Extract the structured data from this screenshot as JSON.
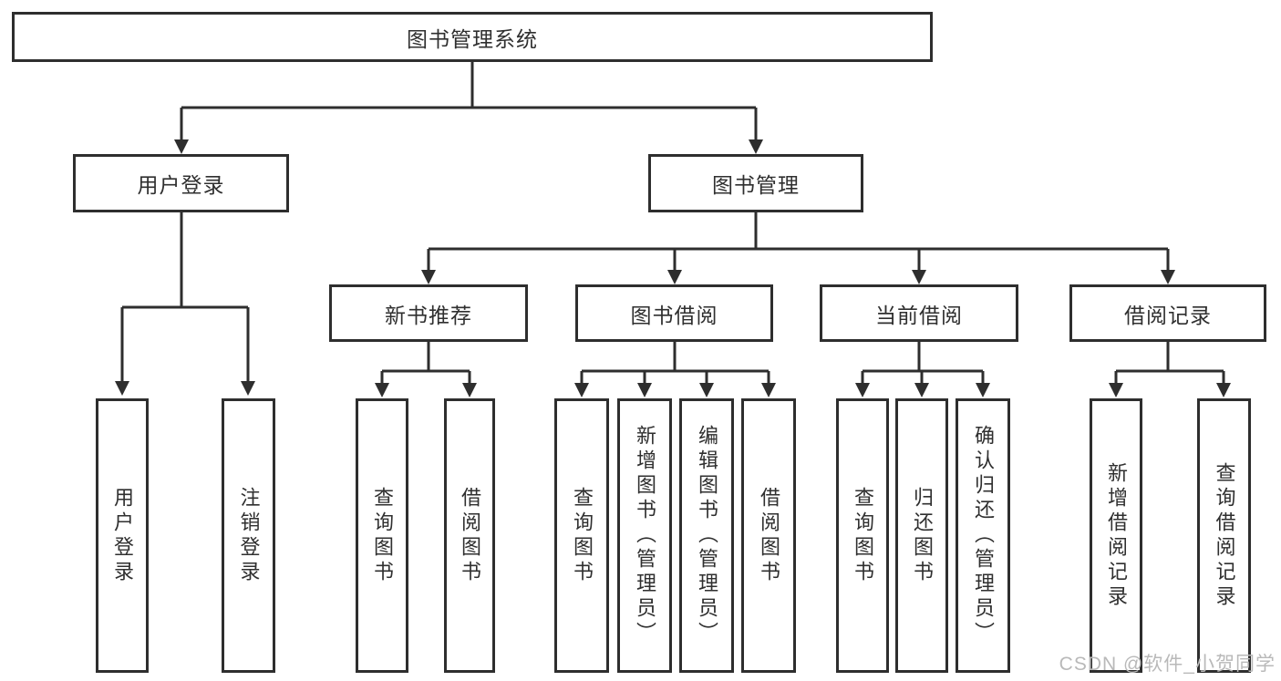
{
  "diagram": {
    "title": "图书管理系统",
    "branches": [
      {
        "label": "用户登录",
        "children": [
          {
            "label": "用户登录"
          },
          {
            "label": "注销登录"
          }
        ]
      },
      {
        "label": "图书管理",
        "children": [
          {
            "label": "新书推荐",
            "children": [
              {
                "label": "查询图书"
              },
              {
                "label": "借阅图书"
              }
            ]
          },
          {
            "label": "图书借阅",
            "children": [
              {
                "label": "查询图书"
              },
              {
                "label": "新增图书（管理员）"
              },
              {
                "label": "编辑图书（管理员）"
              },
              {
                "label": "借阅图书"
              }
            ]
          },
          {
            "label": "当前借阅",
            "children": [
              {
                "label": "查询图书"
              },
              {
                "label": "归还图书"
              },
              {
                "label": "确认归还（管理员）"
              }
            ]
          },
          {
            "label": "借阅记录",
            "children": [
              {
                "label": "新增借阅记录"
              },
              {
                "label": "查询借阅记录"
              }
            ]
          }
        ]
      }
    ]
  },
  "watermark": {
    "text": "CSDN @软件_小贺同学"
  },
  "colors": {
    "line": "#2e2e2e",
    "text": "#2f2f2f",
    "watermark": "#b9b9b9",
    "background": "#ffffff"
  }
}
